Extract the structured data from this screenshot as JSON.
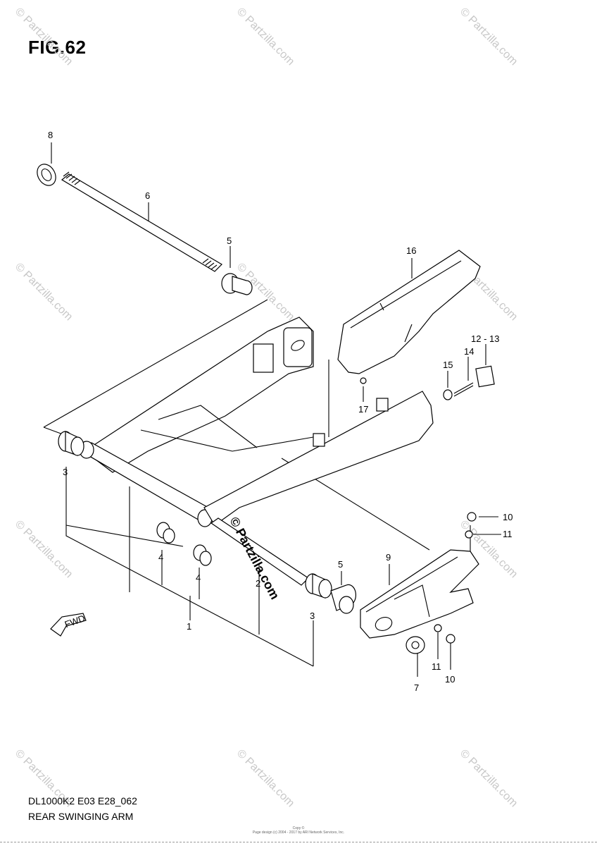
{
  "figure": {
    "title": "FIG.62",
    "code": "DL1000K2 E03 E28_062",
    "name": "REAR SWINGING ARM",
    "fine_print_1": "Copy ©",
    "fine_print_2": "Page design (c) 2004 - 2017 by ARI Network Services, Inc."
  },
  "watermark": {
    "text": "© Partzilla.com",
    "center_text": "© Partzilla.com"
  },
  "fwd_label": "FWD",
  "callouts": [
    {
      "id": "c8",
      "label": "8"
    },
    {
      "id": "c6",
      "label": "6"
    },
    {
      "id": "c5a",
      "label": "5"
    },
    {
      "id": "c16",
      "label": "16"
    },
    {
      "id": "c12-13",
      "label": "12 - 13"
    },
    {
      "id": "c14",
      "label": "14"
    },
    {
      "id": "c15",
      "label": "15"
    },
    {
      "id": "c17",
      "label": "17"
    },
    {
      "id": "c3a",
      "label": "3"
    },
    {
      "id": "c4a",
      "label": "4"
    },
    {
      "id": "c4b",
      "label": "4"
    },
    {
      "id": "c2",
      "label": "2"
    },
    {
      "id": "c1",
      "label": "1"
    },
    {
      "id": "c5b",
      "label": "5"
    },
    {
      "id": "c3b",
      "label": "3"
    },
    {
      "id": "c9",
      "label": "9"
    },
    {
      "id": "c10a",
      "label": "10"
    },
    {
      "id": "c11a",
      "label": "11"
    },
    {
      "id": "c11b",
      "label": "11"
    },
    {
      "id": "c10b",
      "label": "10"
    },
    {
      "id": "c7",
      "label": "7"
    }
  ]
}
